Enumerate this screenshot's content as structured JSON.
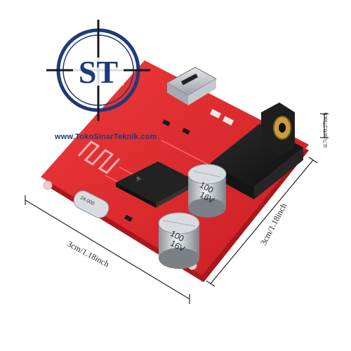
{
  "logo": {
    "text": "ST",
    "colors": {
      "ring": "#1f3a78",
      "crosshair": "#1a1a1a",
      "letters": "#1f3a78"
    }
  },
  "watermark": "www.TokoSinarTeknik.com",
  "dimensions": {
    "width_label": "3cm/1.18inch",
    "depth_label": "3cm/1.18inch",
    "height_label": "0.7cm/0.27inch"
  },
  "components": {
    "capacitor_1": {
      "value": "100",
      "voltage": "16V"
    },
    "capacitor_2": {
      "value": "100",
      "voltage": "16V"
    },
    "crystal": "24.000",
    "chip_mark": "JL"
  },
  "colors": {
    "pcb": "#e0252b",
    "pcb_edge": "#9e1418",
    "silver": "#c9cdd2",
    "jack": "#1b1b1b",
    "gold": "#c89a3a"
  }
}
